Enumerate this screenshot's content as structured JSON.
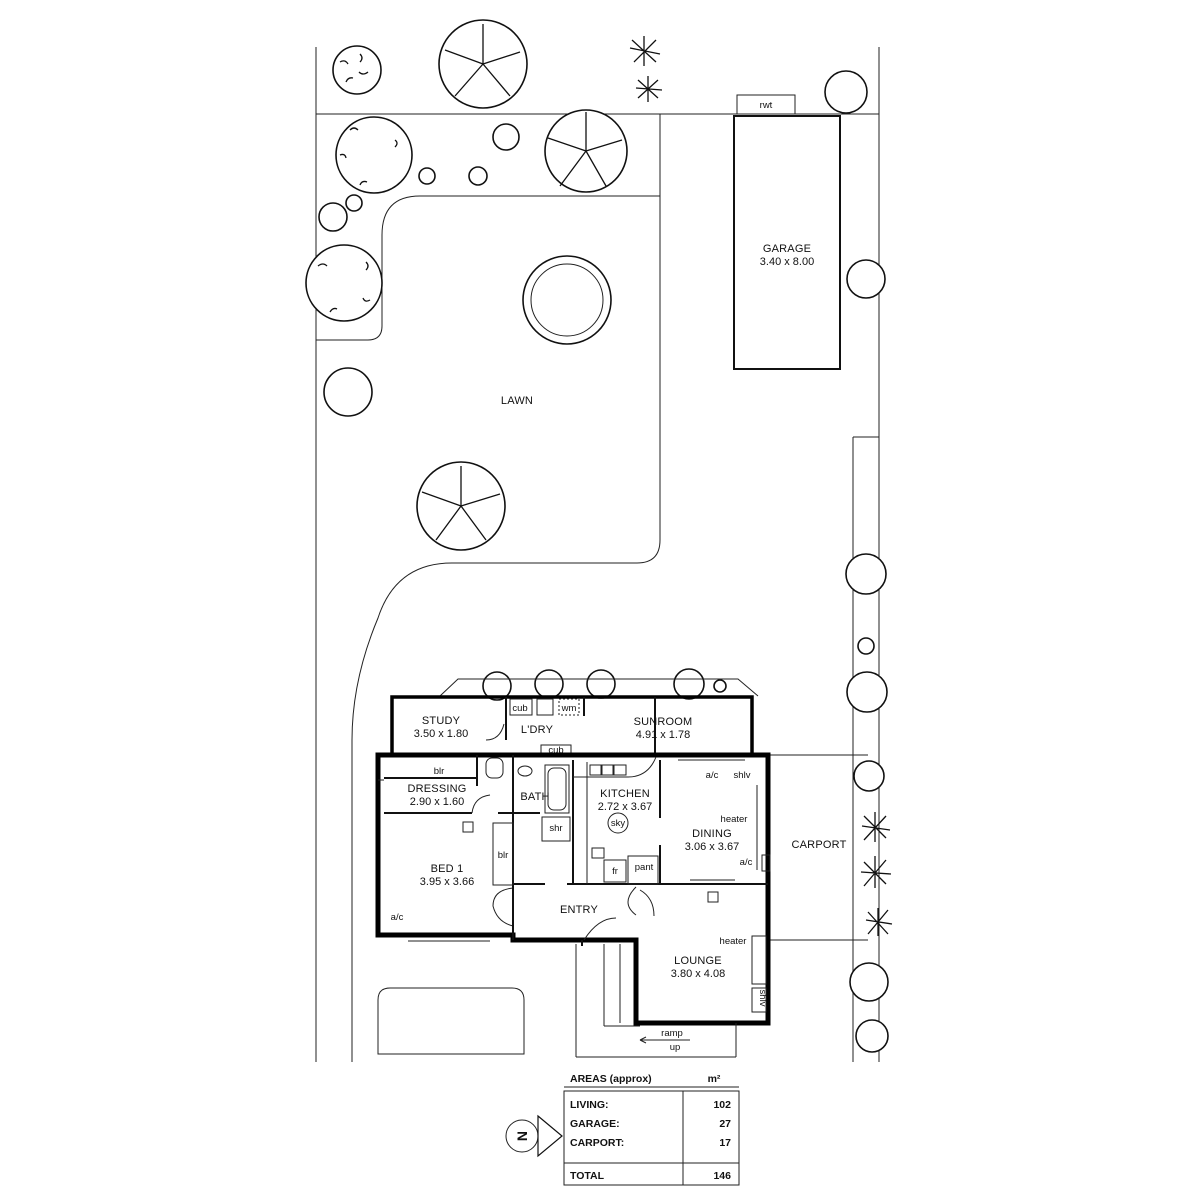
{
  "site": {
    "lawn_label": "LAWN",
    "rwt_label": "rwt",
    "carport_label": "CARPORT",
    "ramp_label_1": "ramp",
    "ramp_label_2": "up"
  },
  "garage": {
    "name": "GARAGE",
    "dims": "3.40 x 8.00"
  },
  "rooms": {
    "study": {
      "name": "STUDY",
      "dims": "3.50 x 1.80"
    },
    "laundry": {
      "name": "L'DRY"
    },
    "sunroom": {
      "name": "SUNROOM",
      "dims": "4.91 x 1.78"
    },
    "dressing": {
      "name": "DRESSING",
      "dims": "2.90 x 1.60"
    },
    "bath": {
      "name": "BATH"
    },
    "kitchen": {
      "name": "KITCHEN",
      "dims": "2.72 x 3.67"
    },
    "dining": {
      "name": "DINING",
      "dims": "3.06 x 3.67"
    },
    "bed1": {
      "name": "BED 1",
      "dims": "3.95 x 3.66"
    },
    "entry": {
      "name": "ENTRY"
    },
    "lounge": {
      "name": "LOUNGE",
      "dims": "3.80 x 4.08"
    }
  },
  "fixtures": {
    "cub": "cub",
    "wm": "wm",
    "cub2": "cub",
    "blr": "blr",
    "blr2": "blr",
    "shr": "shr",
    "sky": "sky",
    "fr": "fr",
    "pant": "pant",
    "ac_dining": "a/c",
    "ac_dining2": "a/c",
    "ac_bed": "a/c",
    "shlv": "shlv",
    "shlv2": "shlv",
    "heater_dining": "heater",
    "heater_lounge": "heater"
  },
  "areas": {
    "title": "AREAS (approx)",
    "unit": "m²",
    "rows": [
      {
        "label": "LIVING:",
        "value": "102"
      },
      {
        "label": "GARAGE:",
        "value": "27"
      },
      {
        "label": "CARPORT:",
        "value": "17"
      }
    ],
    "total_label": "TOTAL",
    "total_value": "146"
  },
  "north_label": "N"
}
